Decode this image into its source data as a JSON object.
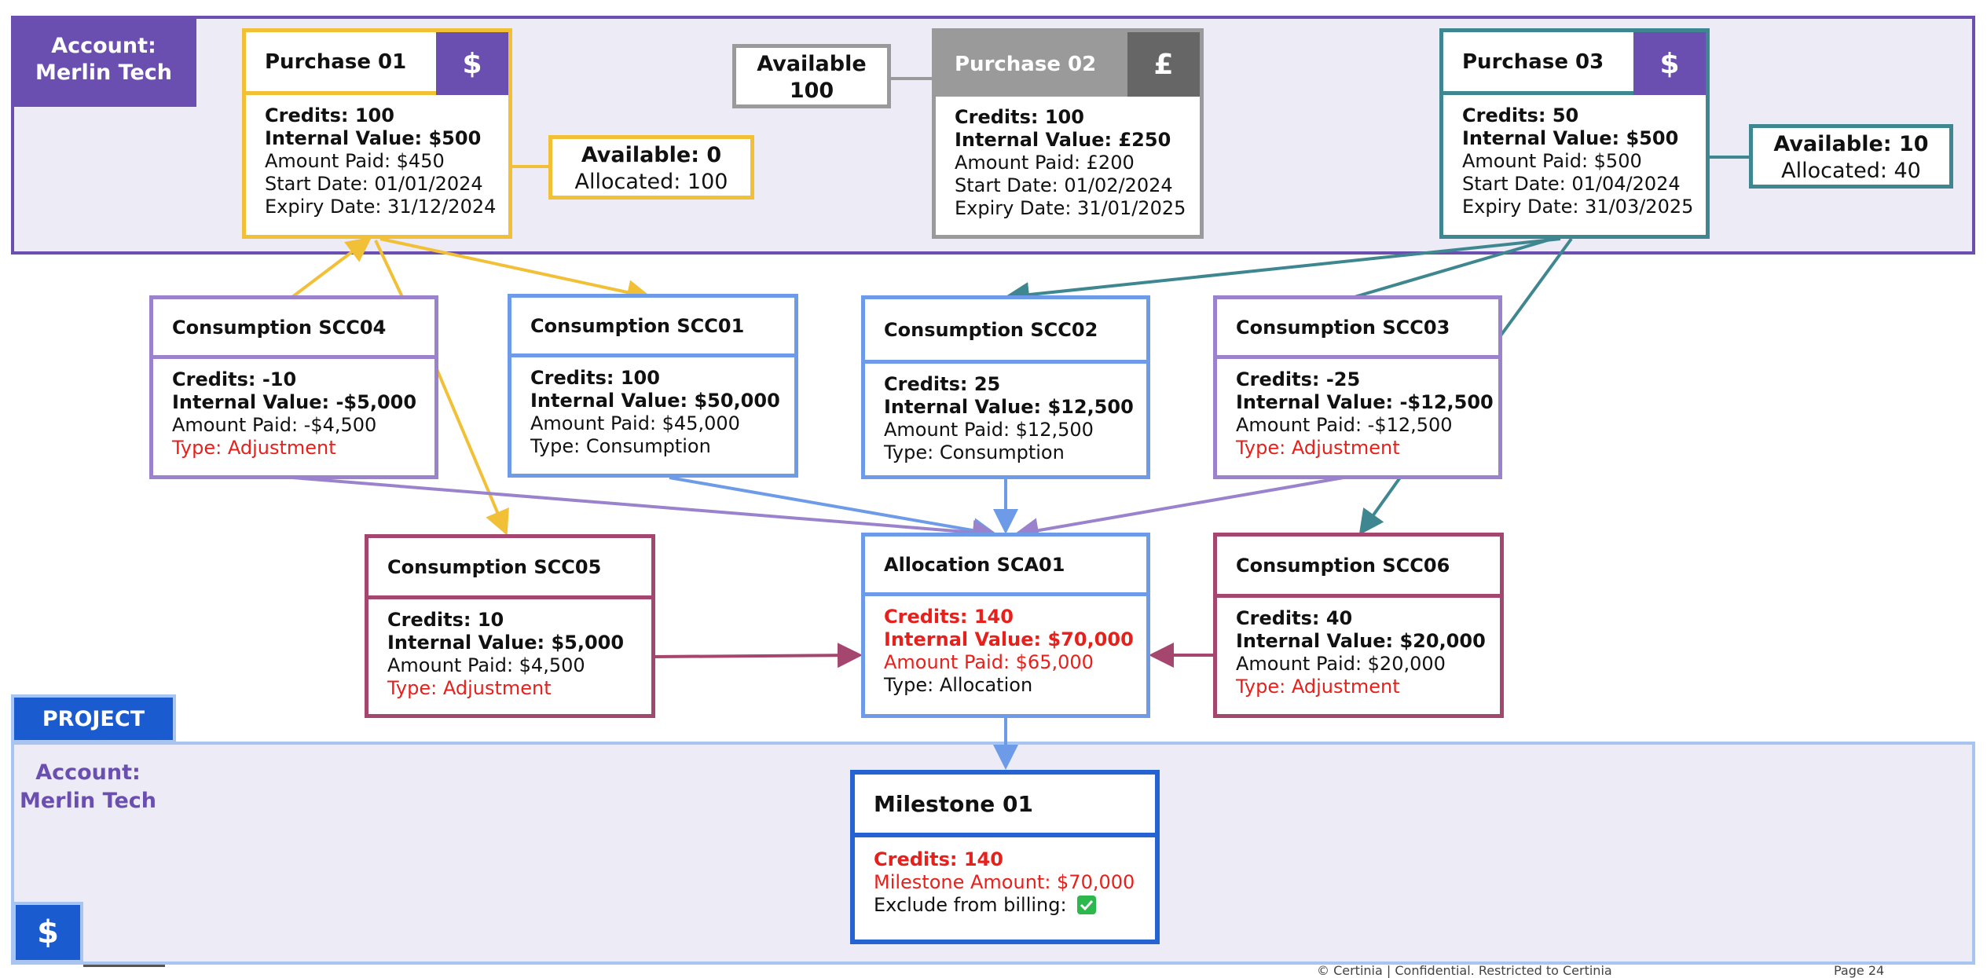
{
  "account_band": {
    "label_line1": "Account:",
    "label_line2": "Merlin Tech"
  },
  "project_band": {
    "tab_label": "PROJECT",
    "account_line1": "Account:",
    "account_line2": "Merlin Tech",
    "currency_icon": "$"
  },
  "purchases": [
    {
      "title": "Purchase 01",
      "currency": "$",
      "credits": "Credits: 100",
      "internal_value": "Internal Value: $500",
      "amount_paid": "Amount Paid: $450",
      "start_date": "Start Date: 01/01/2024",
      "expiry_date": "Expiry Date: 31/12/2024"
    },
    {
      "title": "Purchase 02",
      "currency": "£",
      "credits": "Credits: 100",
      "internal_value": "Internal Value: £250",
      "amount_paid": "Amount Paid: £200",
      "start_date": "Start Date: 01/02/2024",
      "expiry_date": "Expiry Date: 31/01/2025"
    },
    {
      "title": "Purchase 03",
      "currency": "$",
      "credits": "Credits: 50",
      "internal_value": "Internal Value: $500",
      "amount_paid": "Amount Paid: $500",
      "start_date": "Start Date: 01/04/2024",
      "expiry_date": "Expiry Date: 31/03/2025"
    }
  ],
  "availability": [
    {
      "available": "Available: 0",
      "allocated": "Allocated: 100"
    },
    {
      "available_line1": "Available",
      "available_line2": "100"
    },
    {
      "available": "Available: 10",
      "allocated": "Allocated: 40"
    }
  ],
  "consumptions": {
    "scc04": {
      "title": "Consumption SCC04",
      "credits": "Credits: -10",
      "internal_value": "Internal Value: -$5,000",
      "amount_paid": "Amount Paid: -$4,500",
      "type": "Type: Adjustment"
    },
    "scc01": {
      "title": "Consumption SCC01",
      "credits": "Credits: 100",
      "internal_value": "Internal Value: $50,000",
      "amount_paid": "Amount Paid: $45,000",
      "type": "Type: Consumption"
    },
    "scc02": {
      "title": "Consumption SCC02",
      "credits": "Credits: 25",
      "internal_value": "Internal Value: $12,500",
      "amount_paid": "Amount Paid: $12,500",
      "type": "Type: Consumption"
    },
    "scc03": {
      "title": "Consumption SCC03",
      "credits": "Credits: -25",
      "internal_value": "Internal Value: -$12,500",
      "amount_paid": "Amount Paid: -$12,500",
      "type": "Type: Adjustment"
    },
    "scc05": {
      "title": "Consumption SCC05",
      "credits": "Credits: 10",
      "internal_value": "Internal Value: $5,000",
      "amount_paid": "Amount Paid: $4,500",
      "type": "Type: Adjustment"
    },
    "scc06": {
      "title": "Consumption SCC06",
      "credits": "Credits: 40",
      "internal_value": "Internal Value: $20,000",
      "amount_paid": "Amount Paid: $20,000",
      "type": "Type: Adjustment"
    }
  },
  "allocation": {
    "title": "Allocation SCA01",
    "credits": "Credits: 140",
    "internal_value": "Internal Value: $70,000",
    "amount_paid": "Amount Paid: $65,000",
    "type": "Type: Allocation"
  },
  "milestone": {
    "title": "Milestone 01",
    "credits": "Credits: 140",
    "milestone_amount": "Milestone Amount: $70,000",
    "exclude_label": "Exclude from billing:",
    "checkbox_icon": "checked-checkbox"
  },
  "footer": {
    "confidential": "© Certinia | Confidential. Restricted to Certinia",
    "page": "Page 24"
  },
  "colors": {
    "purple": "#6b4fb0",
    "gold": "#f2c037",
    "gray": "#9a9a9a",
    "teal": "#3f8790",
    "blue": "#6d9be8",
    "lilac": "#9a82cc",
    "maroon": "#a4466e",
    "navy": "#2563d2",
    "red": "#e8201b"
  }
}
